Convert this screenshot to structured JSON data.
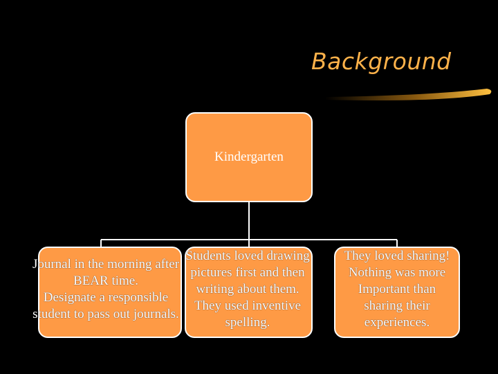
{
  "slide": {
    "title": "Background"
  },
  "diagram": {
    "root": {
      "label": "Kindergarten"
    },
    "children": [
      {
        "lines": [
          "Journal in the morning after",
          "BEAR time.",
          "Designate a responsible",
          "student to pass out journals."
        ]
      },
      {
        "lines": [
          "Students loved drawing",
          "pictures first and then",
          "writing about them.",
          "They used inventive",
          "spelling."
        ]
      },
      {
        "lines": [
          "They loved sharing!",
          "Nothing was more",
          "Important than",
          "sharing their",
          "experiences."
        ]
      }
    ]
  },
  "colors": {
    "background": "#000000",
    "title": "#ffb24a",
    "node_fill": "#fe9a45",
    "node_border": "#ffffff",
    "text": "#ffffff"
  }
}
